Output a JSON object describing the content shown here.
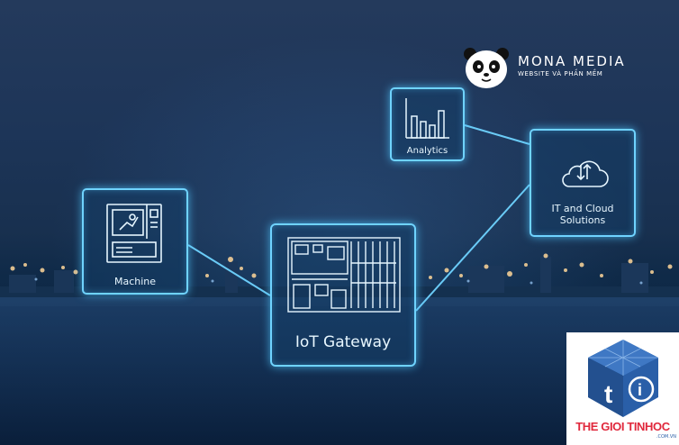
{
  "nodes": {
    "machine": {
      "label": "Machine",
      "icon": "machine-icon"
    },
    "gateway": {
      "label": "IoT Gateway",
      "icon": "gateway-board-icon"
    },
    "analytics": {
      "label": "Analytics",
      "icon": "bar-chart-icon"
    },
    "cloud": {
      "label": "IT and Cloud Solutions",
      "icon": "cloud-sync-icon"
    }
  },
  "links": [
    {
      "from": "machine",
      "to": "gateway"
    },
    {
      "from": "gateway",
      "to": "cloud"
    },
    {
      "from": "analytics",
      "to": "cloud"
    }
  ],
  "branding": {
    "mona": {
      "title": "MONA MEDIA",
      "subtitle": "WEBSITE VÀ PHẦN MỀM",
      "icon": "panda-logo"
    },
    "tgt": {
      "name": "THE GIOI TINHOC",
      "domain": ".COM.VN",
      "icon": "cube-logo"
    }
  },
  "colors": {
    "node_border": "#6fd3ff",
    "brand_red": "#e0283c",
    "brand_blue": "#2a5fa8"
  }
}
